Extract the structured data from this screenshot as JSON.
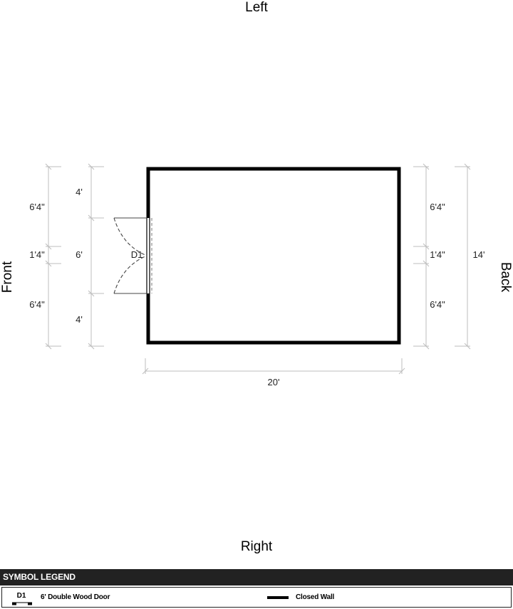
{
  "sides": {
    "top": "Left",
    "bottom": "Right",
    "left": "Front",
    "right": "Back"
  },
  "dimensions": {
    "front_outer": [
      "6'4\"",
      "1'4\"",
      "6'4\""
    ],
    "front_inner": [
      "4'",
      "6'",
      "4'"
    ],
    "back_inner": [
      "6'4\"",
      "1'4\"",
      "6'4\""
    ],
    "back_total": "14'",
    "width": "20'"
  },
  "door": {
    "tag": "D1"
  },
  "legend": {
    "title": "SYMBOL LEGEND",
    "door_tag": "D1",
    "door_label": "6' Double Wood Door",
    "wall_label": "Closed Wall"
  }
}
